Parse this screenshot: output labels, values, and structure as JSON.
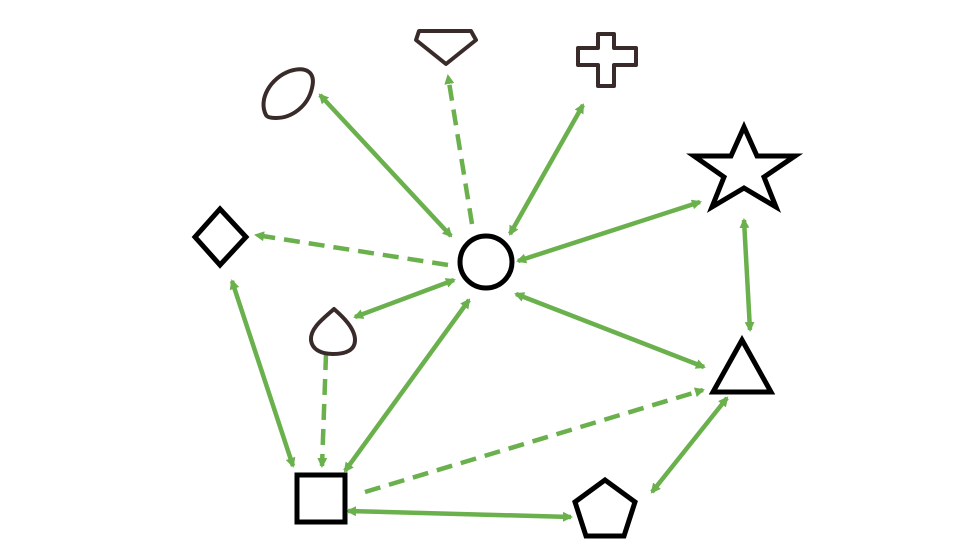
{
  "diagram": {
    "edge_color": "#6ab04c",
    "node_dark_color": "#000000",
    "node_brown_color": "#3a2b2b",
    "nodes": [
      {
        "id": "circle",
        "shape": "circle"
      },
      {
        "id": "oval",
        "shape": "leaf-oval"
      },
      {
        "id": "gem",
        "shape": "gem"
      },
      {
        "id": "cross",
        "shape": "cross"
      },
      {
        "id": "star",
        "shape": "star"
      },
      {
        "id": "diamond",
        "shape": "diamond"
      },
      {
        "id": "drop",
        "shape": "drop"
      },
      {
        "id": "triangle",
        "shape": "triangle"
      },
      {
        "id": "square",
        "shape": "square"
      },
      {
        "id": "pentagon",
        "shape": "pentagon"
      }
    ],
    "edges": [
      {
        "from": "circle",
        "to": "oval",
        "style": "solid",
        "direction": "both"
      },
      {
        "from": "circle",
        "to": "gem",
        "style": "dashed",
        "direction": "forward"
      },
      {
        "from": "circle",
        "to": "cross",
        "style": "solid",
        "direction": "both"
      },
      {
        "from": "circle",
        "to": "star",
        "style": "solid",
        "direction": "both"
      },
      {
        "from": "circle",
        "to": "diamond",
        "style": "dashed",
        "direction": "forward"
      },
      {
        "from": "circle",
        "to": "drop",
        "style": "solid",
        "direction": "both"
      },
      {
        "from": "circle",
        "to": "triangle",
        "style": "solid",
        "direction": "both"
      },
      {
        "from": "square",
        "to": "circle",
        "style": "solid",
        "direction": "both"
      },
      {
        "from": "diamond",
        "to": "square",
        "style": "solid",
        "direction": "both"
      },
      {
        "from": "drop",
        "to": "square",
        "style": "dashed",
        "direction": "forward"
      },
      {
        "from": "square",
        "to": "triangle",
        "style": "dashed",
        "direction": "forward"
      },
      {
        "from": "square",
        "to": "pentagon",
        "style": "solid",
        "direction": "both"
      },
      {
        "from": "pentagon",
        "to": "triangle",
        "style": "solid",
        "direction": "both"
      },
      {
        "from": "star",
        "to": "triangle",
        "style": "solid",
        "direction": "both"
      }
    ]
  }
}
